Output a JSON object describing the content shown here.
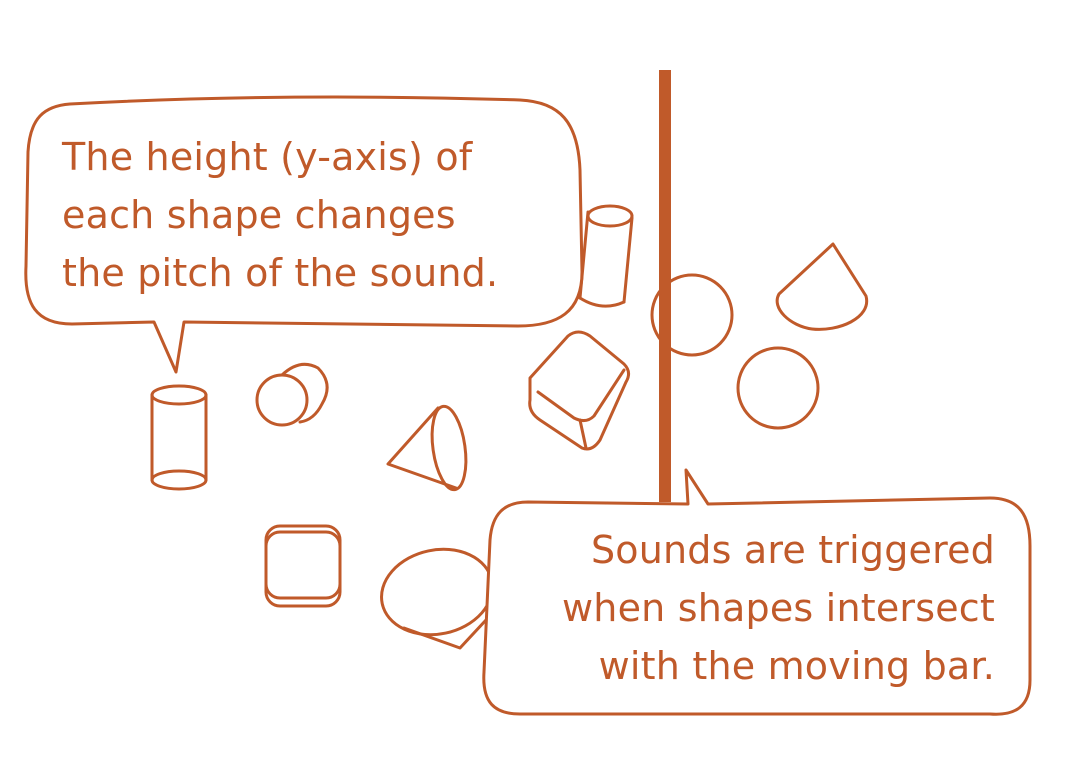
{
  "colors": {
    "ink": "#c05a2a",
    "bar": "#c05a2a",
    "background": "#ffffff"
  },
  "callouts": {
    "pitch": {
      "lines": [
        "The height (y-axis)  of",
        "each shape changes",
        "the pitch of the sound."
      ]
    },
    "trigger": {
      "lines": [
        "Sounds are triggered",
        "when shapes intersect",
        "with the moving bar."
      ]
    }
  },
  "shapes": [
    "cylinder",
    "cylinder",
    "sphere",
    "cone",
    "cube",
    "cube",
    "cone",
    "sphere",
    "sphere",
    "cone"
  ]
}
